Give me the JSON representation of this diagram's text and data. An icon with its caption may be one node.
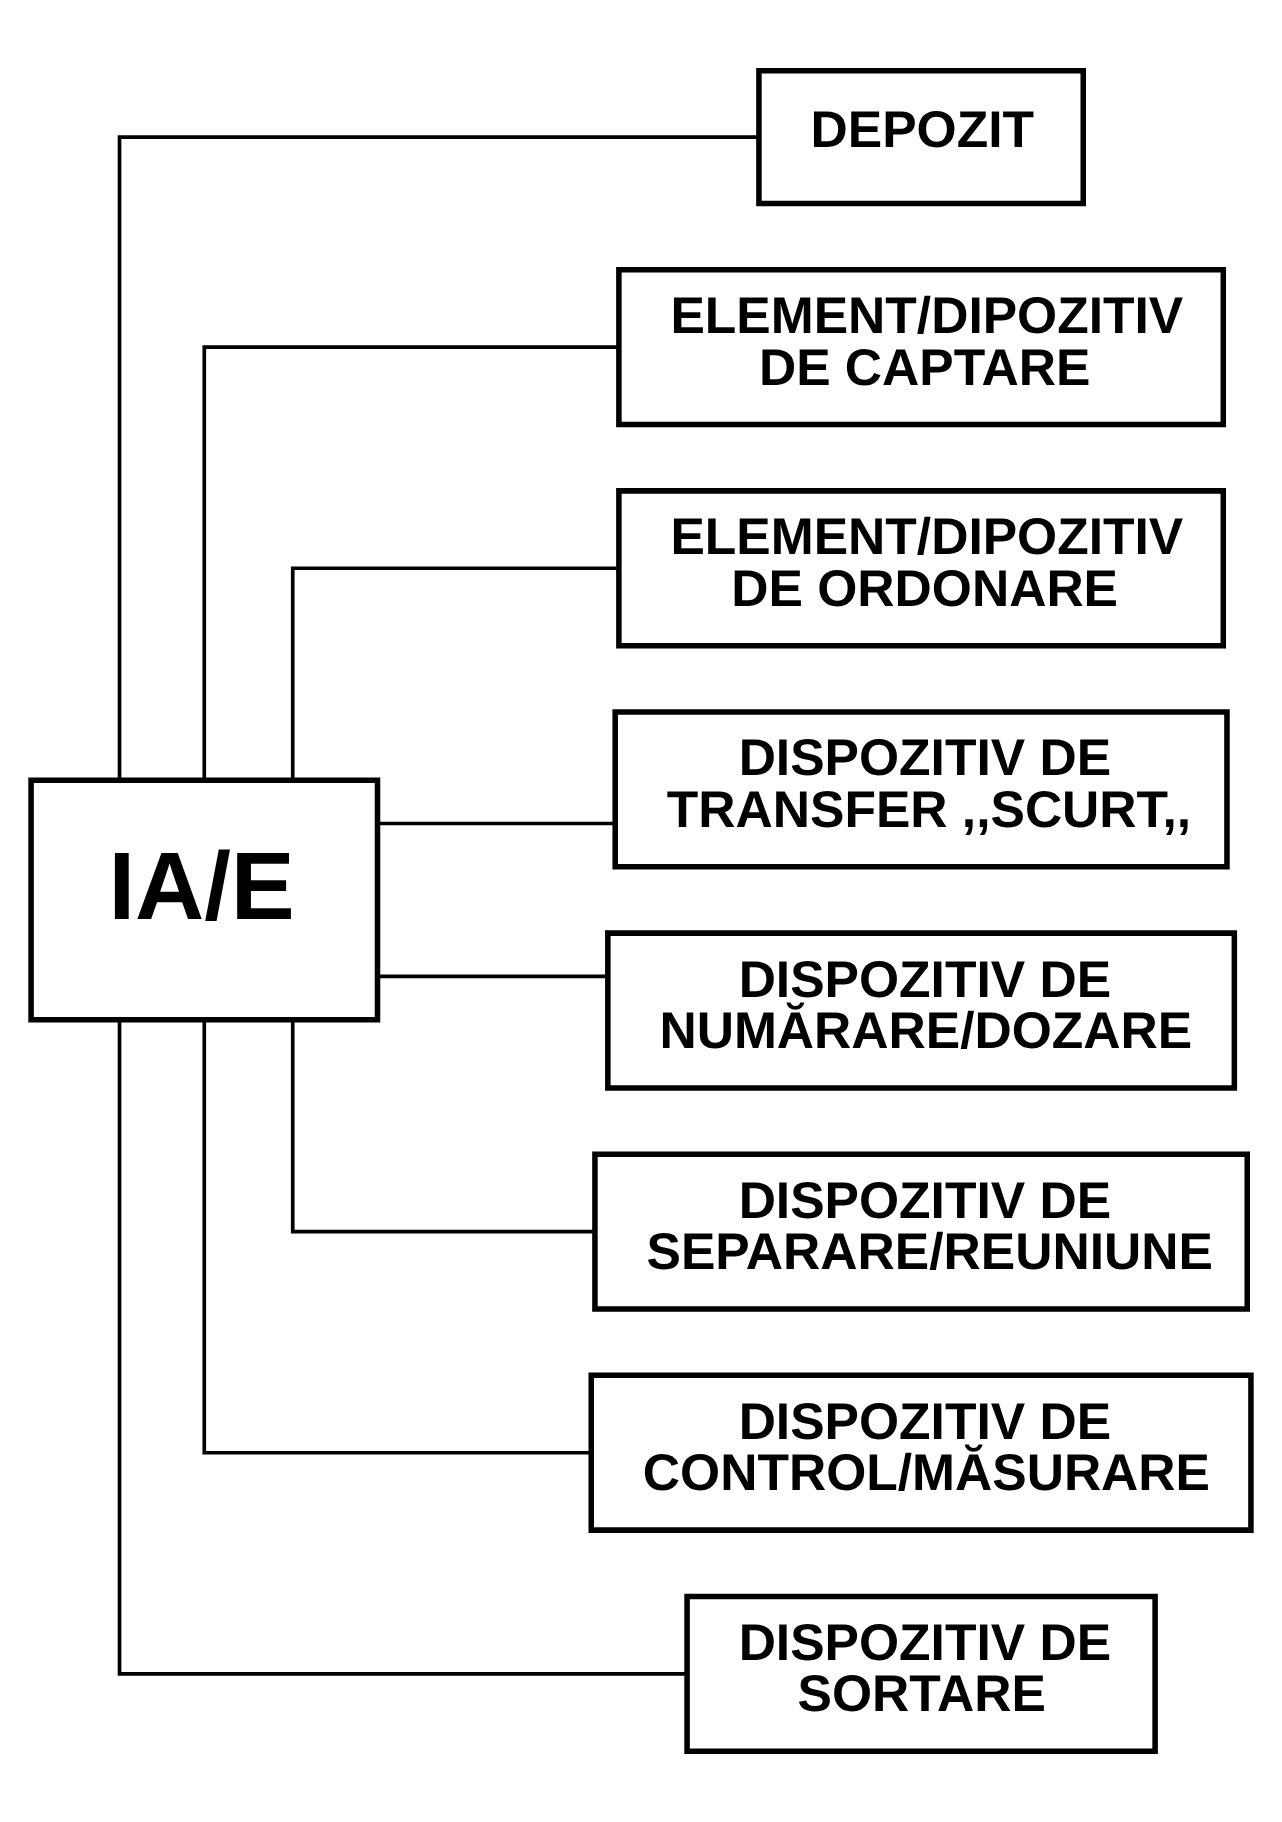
{
  "diagram": {
    "nodes": [
      {
        "text": [
          "IA/E"
        ]
      },
      {
        "text": [
          "DEPOZIT"
        ]
      },
      {
        "text": [
          "ELEMENT/DIPOZITIV DE CAPTARE"
        ]
      },
      {
        "text": [
          "ELEMENT/DIPOZITIV DE ORDONARE"
        ]
      },
      {
        "text": [
          "DISPOZITIV DE TRANSFER ,,SCURT,,"
        ]
      },
      {
        "text": [
          "DISPOZITIV DE NUMĂRARE/DOZARE"
        ]
      },
      {
        "text": [
          "DISPOZITIV DE SEPARARE/REUNIUNE"
        ]
      },
      {
        "text": [
          "DISPOZITIV DE CONTROL/MĂSURARE"
        ]
      },
      {
        "text": [
          "DISPOZITIV DE SORTARE"
        ]
      }
    ],
    "edges": [
      {
        "from": 0,
        "to": 1,
        "arrow": "none"
      },
      {
        "from": 0,
        "to": 2,
        "arrow": "none"
      },
      {
        "from": 0,
        "to": 3,
        "arrow": "none"
      },
      {
        "from": 0,
        "to": 4,
        "arrow": "none"
      },
      {
        "from": 0,
        "to": 5,
        "arrow": "none"
      },
      {
        "from": 0,
        "to": 6,
        "arrow": "none"
      },
      {
        "from": 0,
        "to": 7,
        "arrow": "none"
      },
      {
        "from": 0,
        "to": 8,
        "arrow": "none"
      }
    ]
  }
}
